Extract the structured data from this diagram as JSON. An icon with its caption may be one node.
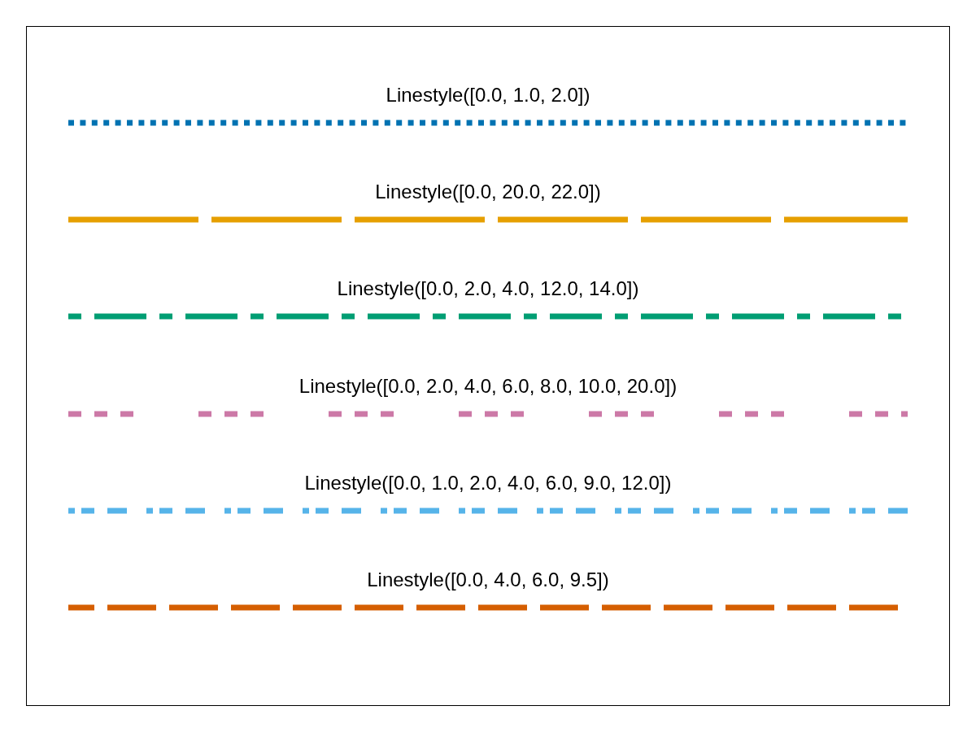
{
  "diagram": {
    "legend": [
      {
        "text": "Linestyle([0.0, 1.0, 2.0])"
      },
      {
        "text": "Linestyle([0.0, 20.0, 22.0])"
      },
      {
        "text": "Linestyle([0.0, 2.0, 4.0, 12.0, 14.0])"
      },
      {
        "text": "Linestyle([0.0, 2.0, 4.0, 6.0, 8.0, 10.0, 20.0])"
      },
      {
        "text": "Linestyle([0.0, 1.0, 2.0, 4.0, 6.0, 9.0, 12.0])"
      },
      {
        "text": "Linestyle([0.0, 4.0, 6.0, 9.5])"
      }
    ]
  }
}
